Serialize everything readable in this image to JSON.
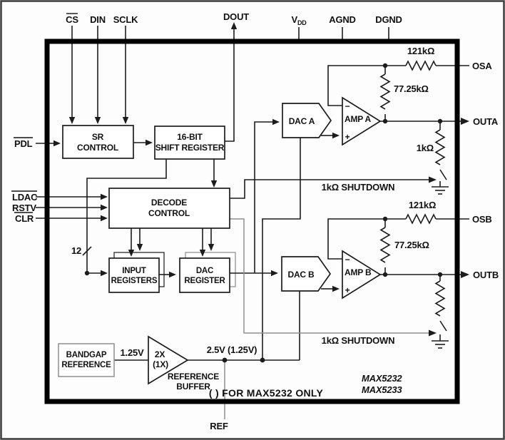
{
  "chip": {
    "pins_top": {
      "cs": "CS",
      "din": "DIN",
      "sclk": "SCLK",
      "dout": "DOUT",
      "vdd_base": "V",
      "vdd_sub": "DD",
      "agnd": "AGND",
      "dgnd": "DGND"
    },
    "pins_left": {
      "pdl": "PDL",
      "ldac": "LDAC",
      "rstv": "RSTV",
      "clr": "CLR"
    },
    "pins_right": {
      "osa": "OSA",
      "outa": "OUTA",
      "osb": "OSB",
      "outb": "OUTB"
    },
    "pins_bottom": {
      "ref": "REF"
    }
  },
  "blocks": {
    "sr_control": {
      "line1": "SR",
      "line2": "CONTROL"
    },
    "shift_register": {
      "line1": "16-BIT",
      "line2": "SHIFT REGISTER"
    },
    "decode_control": {
      "line1": "DECODE",
      "line2": "CONTROL"
    },
    "input_registers": {
      "line1": "INPUT",
      "line2": "REGISTERS"
    },
    "dac_register": {
      "line1": "DAC",
      "line2": "REGISTER"
    },
    "bandgap": {
      "line1": "BANDGAP",
      "line2": "REFERENCE"
    },
    "ref_buffer": {
      "gain_line1": "2X",
      "gain_line2": "(1X)",
      "label_line1": "REFERENCE",
      "label_line2": "BUFFER"
    },
    "dac_a": "DAC A",
    "dac_b": "DAC B",
    "amp_a": "AMP A",
    "amp_b": "AMP B"
  },
  "labels": {
    "r_feedback": "121kΩ",
    "r_gain": "77.25kΩ",
    "r_shutdown": "1kΩ",
    "shutdown_line": "1kΩ SHUTDOWN",
    "bus_width": "12",
    "bandgap_voltage": "1.25V",
    "ref_voltage": "2.5V (1.25V)",
    "amp_minus": "−",
    "amp_plus": "+"
  },
  "notes": {
    "paren_note": "( ) FOR MAX5232 ONLY",
    "part_number_1": "MAX5232",
    "part_number_2": "MAX5233"
  },
  "colors": {
    "line": "#1c1c1c",
    "gray_line": "#8f8f8f",
    "border": "#000000",
    "background": "#fdfdfd"
  }
}
